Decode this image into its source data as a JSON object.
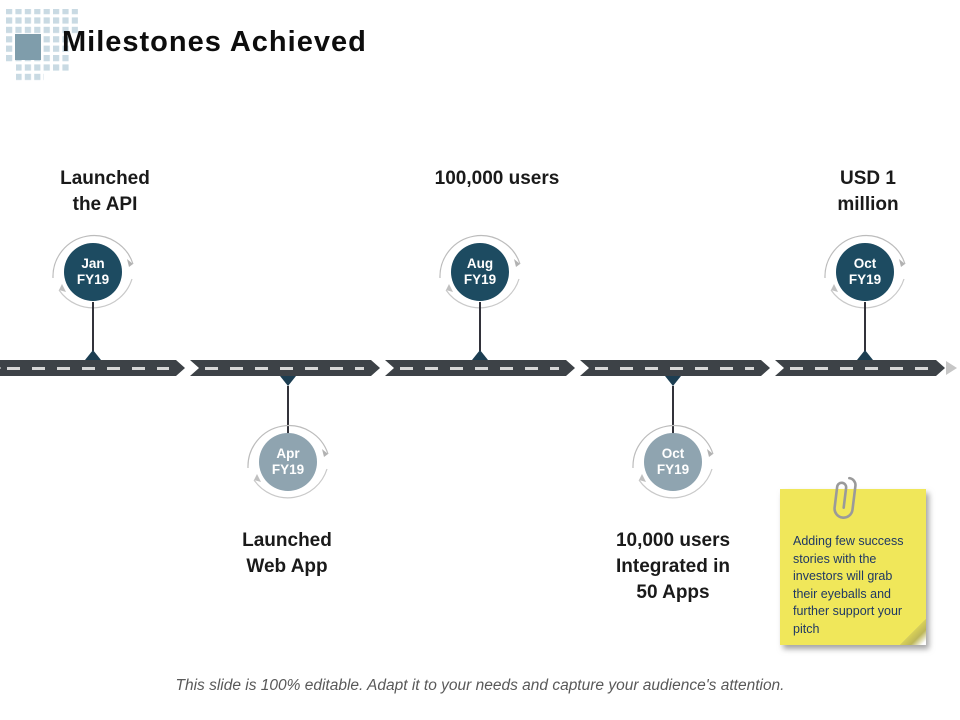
{
  "header": {
    "title": "Milestones Achieved",
    "logo_icon": "pixel-grid-logo"
  },
  "milestones": [
    {
      "id": "jan-fy19",
      "position": "top",
      "date": "Jan\nFY19",
      "label": "Launched\nthe API",
      "circle_color": "#1d4b61"
    },
    {
      "id": "apr-fy19",
      "position": "bottom",
      "date": "Apr\nFY19",
      "label": "Launched\nWeb App",
      "circle_color": "#8fa4b0"
    },
    {
      "id": "aug-fy19",
      "position": "top",
      "date": "Aug\nFY19",
      "label": "100,000 users",
      "circle_color": "#1d4b61"
    },
    {
      "id": "oct-fy19-apps",
      "position": "bottom",
      "date": "Oct\nFY19",
      "label": "10,000 users\nIntegrated  in\n50 Apps",
      "circle_color": "#8fa4b0"
    },
    {
      "id": "oct-fy19-usd",
      "position": "top",
      "date": "Oct\nFY19",
      "label": "USD 1\nmillion",
      "circle_color": "#1d4b61"
    }
  ],
  "note": {
    "text": "Adding few success stories with the investors will grab their eyeballs and further support your pitch",
    "icon": "paperclip-icon",
    "bg_color": "#f0e75a",
    "text_color": "#1f3864"
  },
  "footer": {
    "text": "This slide is 100% editable. Adapt it to your needs and capture your audience's attention."
  },
  "colors": {
    "circle_dark": "#1d4b61",
    "circle_gray": "#8fa4b0",
    "road": "#3d4247",
    "road_dash": "#d7d7d7",
    "note_yellow": "#f0e75a",
    "note_ink": "#1f3864"
  }
}
